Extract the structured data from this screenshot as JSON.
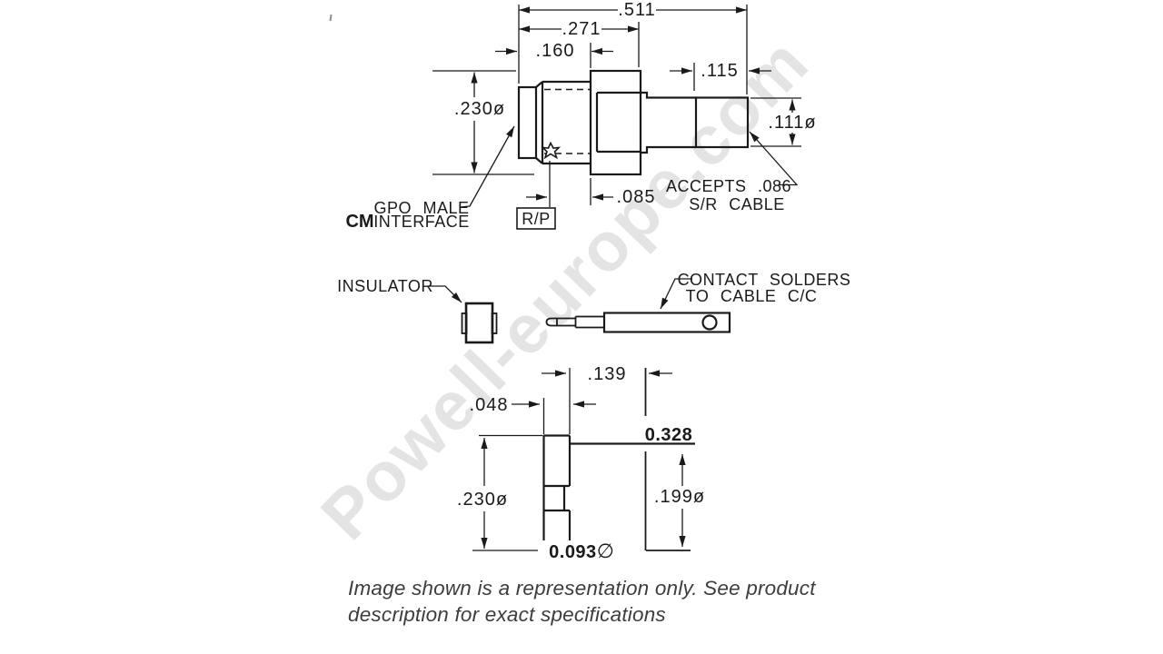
{
  "watermark": {
    "text": "Powell-europe.com"
  },
  "caption": {
    "line1": "Image shown is a representation only. See product",
    "line2": "description for exact specifications"
  },
  "colors": {
    "line": "#1a1a1a",
    "caption": "#3d3d3d",
    "watermark": "#e4e4e4"
  },
  "top_view": {
    "dims": {
      "overall_length": ".511",
      "mid_length": ".271",
      "front_length": ".160",
      "body_diameter": ".230ø",
      "ferrule_length": ".115",
      "ferrule_diameter": ".111ø",
      "rp_offset": ".085"
    },
    "labels": {
      "rp": "R/P",
      "cm": "CM",
      "interface_line1": "GPO MALE",
      "interface_line2": "INTERFACE",
      "accepts_line1": "ACCEPTS .086",
      "accepts_line2": "S/R CABLE"
    }
  },
  "middle_view": {
    "insulator_label": "INSULATOR",
    "contact_line1": "CONTACT SOLDERS",
    "contact_line2": "TO CABLE C/C"
  },
  "bottom_view": {
    "dims": {
      "step_length": ".139",
      "front_length": ".048",
      "outer_diameter": ".230ø",
      "overall_length": "0.328",
      "inner_diameter": ".199ø",
      "hole_value": "0.093",
      "hole_symbol": "∅"
    }
  }
}
